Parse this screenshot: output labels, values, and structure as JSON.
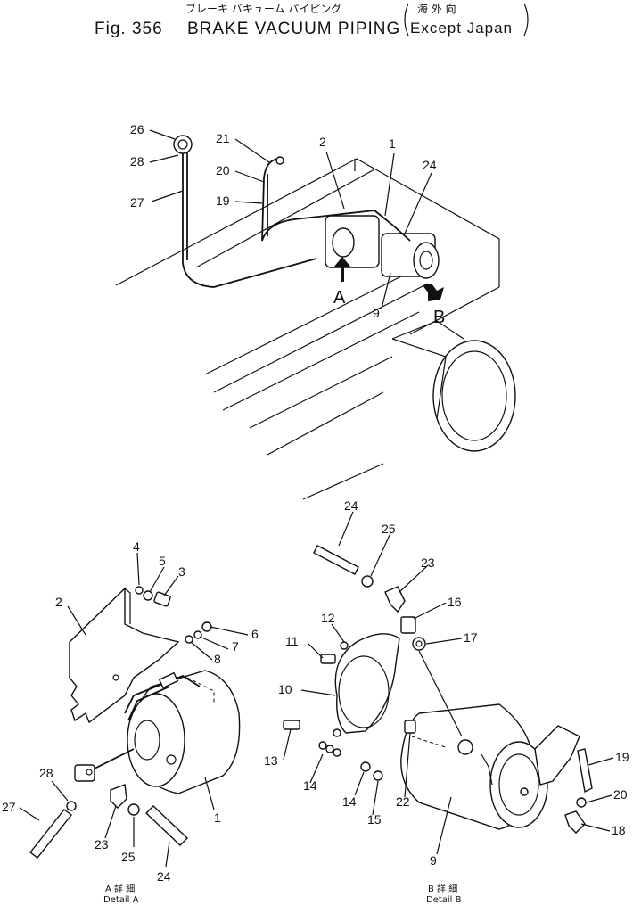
{
  "title": {
    "japanese": "ブレーキ バキューム パイピング",
    "figure": "Fig. 356",
    "english": "BRAKE VACUUM PIPING",
    "qualifier_japanese": "海 外 向",
    "qualifier_english": "Except Japan"
  },
  "view_markers": {
    "a": "A",
    "b": "B"
  },
  "captions": {
    "detail_a_jp": "A 詳 細",
    "detail_a": "Detail A",
    "detail_b_jp": "B 詳 細",
    "detail_b": "Detail B"
  },
  "overview_labels": {
    "p26": "26",
    "p28": "28",
    "p27": "27",
    "p21": "21",
    "p20": "20",
    "p19": "19",
    "p2": "2",
    "p1": "1",
    "p24": "24",
    "p9": "9"
  },
  "detail_a_labels": {
    "p4": "4",
    "p5": "5",
    "p3": "3",
    "p2": "2",
    "p6": "6",
    "p7": "7",
    "p8": "8",
    "p28": "28",
    "p27": "27",
    "p23": "23",
    "p25": "25",
    "p24": "24",
    "p1": "1"
  },
  "detail_b_labels": {
    "p24": "24",
    "p25": "25",
    "p23": "23",
    "p16": "16",
    "p12": "12",
    "p11": "11",
    "p17": "17",
    "p10": "10",
    "p13": "13",
    "p14a": "14",
    "p14b": "14",
    "p15": "15",
    "p22": "22",
    "p19": "19",
    "p20": "20",
    "p18": "18",
    "p9": "9"
  }
}
